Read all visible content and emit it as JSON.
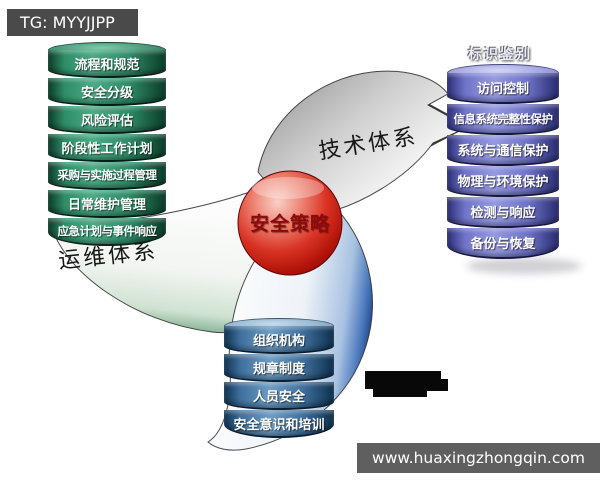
{
  "watermark": {
    "tag": "TG: MYYJJPP",
    "website": "www.huaxingzhongqin.com"
  },
  "center": {
    "label": "安全策略"
  },
  "branches": {
    "tech": {
      "label": "技术体系"
    },
    "ops": {
      "label": "运维体系"
    }
  },
  "cylinders": {
    "ops": {
      "items": [
        "流程和规范",
        "安全分级",
        "风险评估",
        "阶段性工作计划",
        "采购与实施过程管理",
        "日常维护管理",
        "应急计划与事件响应"
      ]
    },
    "tech": {
      "header": "标识鉴别",
      "items": [
        "访问控制",
        "信息系统完整性保护",
        "系统与通信保护",
        "物理与环境保护",
        "检测与响应",
        "备份与恢复"
      ]
    },
    "mgmt": {
      "items": [
        "组织机构",
        "规章制度",
        "人员安全",
        "安全意识和培训"
      ]
    }
  },
  "colors": {
    "ops_cylinder": "#2f8c68",
    "tech_cylinder": "#7074c8",
    "mgmt_cylinder": "#3f6f9c",
    "sphere_red": "#c6221a",
    "blade_gray": "#bdbdbd",
    "blade_green_edge": "#3f7f5f",
    "blade_blue_edge": "#2d5596",
    "watermark_bg": "#4a4a4a"
  }
}
